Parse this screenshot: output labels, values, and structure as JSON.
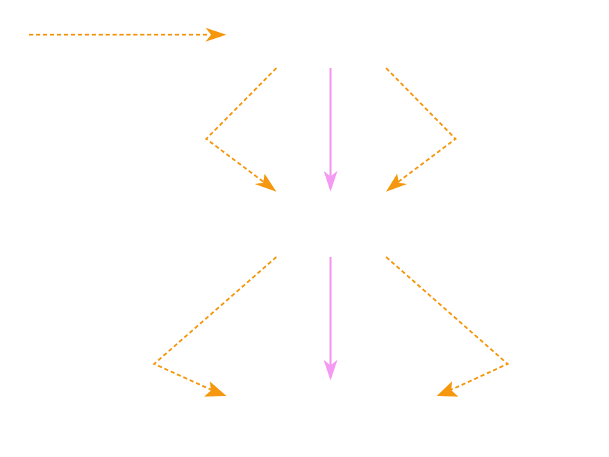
{
  "diagram": {
    "background": "#ffffff",
    "colors": {
      "dashed_connector": "#F5980F",
      "solid_connector": "#F49AF2"
    },
    "connectors": [
      {
        "name": "top-horizontal-dashed-arrow",
        "style": "dashed",
        "color_key": "dashed_connector"
      },
      {
        "name": "upper-left-dashed-elbow-arrow",
        "style": "dashed",
        "color_key": "dashed_connector"
      },
      {
        "name": "upper-center-solid-arrow",
        "style": "solid",
        "color_key": "solid_connector"
      },
      {
        "name": "upper-right-dashed-elbow-arrow",
        "style": "dashed",
        "color_key": "dashed_connector"
      },
      {
        "name": "lower-left-dashed-elbow-arrow",
        "style": "dashed",
        "color_key": "dashed_connector"
      },
      {
        "name": "lower-center-solid-arrow",
        "style": "solid",
        "color_key": "solid_connector"
      },
      {
        "name": "lower-right-dashed-elbow-arrow",
        "style": "dashed",
        "color_key": "dashed_connector"
      }
    ]
  }
}
